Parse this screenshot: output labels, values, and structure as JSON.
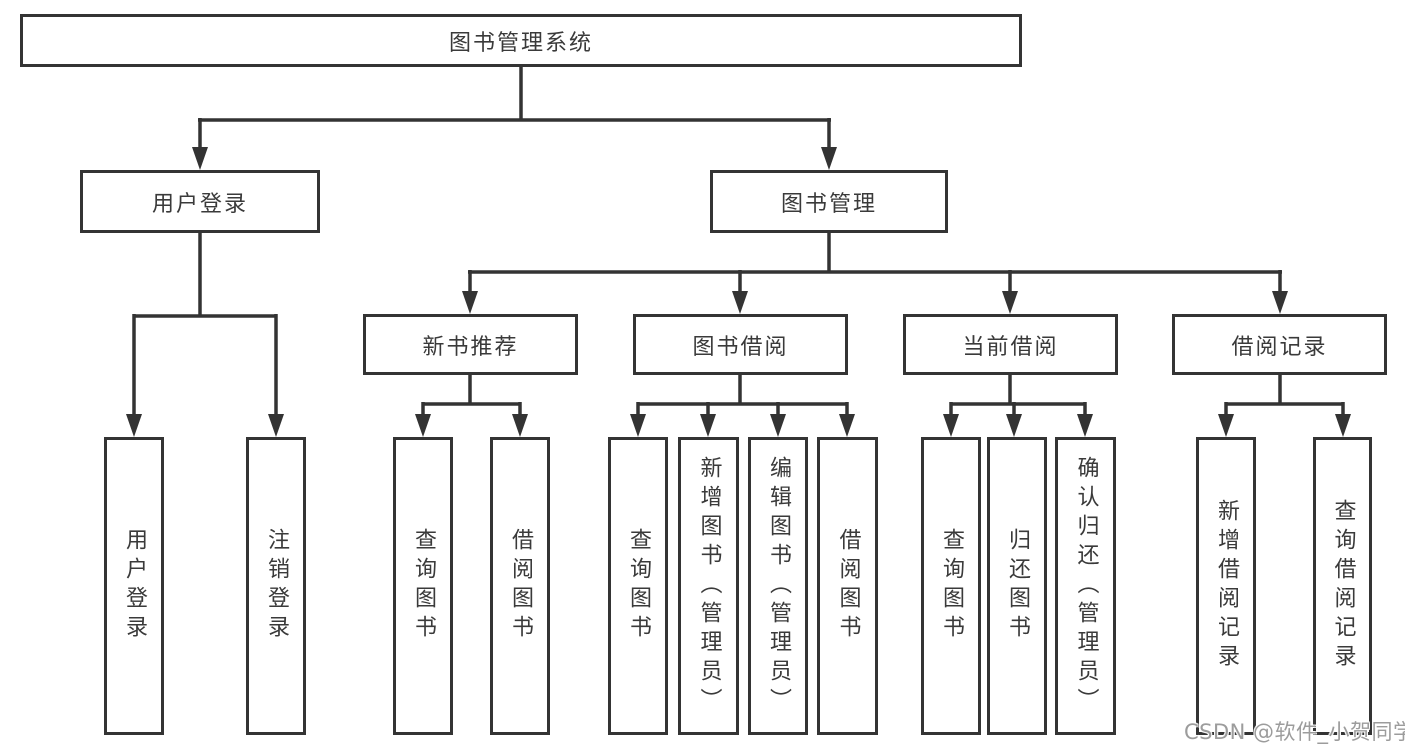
{
  "diagram": {
    "root": {
      "label": "图书管理系统"
    },
    "level2": [
      {
        "label": "用户登录"
      },
      {
        "label": "图书管理"
      }
    ],
    "level3": [
      {
        "label": "新书推荐"
      },
      {
        "label": "图书借阅"
      },
      {
        "label": "当前借阅"
      },
      {
        "label": "借阅记录"
      }
    ],
    "leaves": {
      "user_login": [
        {
          "label": "用户登录"
        },
        {
          "label": "注销登录"
        }
      ],
      "new_books": [
        {
          "label": "查询图书"
        },
        {
          "label": "借阅图书"
        }
      ],
      "book_borrow": [
        {
          "label": "查询图书"
        },
        {
          "label": "新增图书（管理员）"
        },
        {
          "label": "编辑图书（管理员）"
        },
        {
          "label": "借阅图书"
        }
      ],
      "current_borrow": [
        {
          "label": "查询图书"
        },
        {
          "label": "归还图书"
        },
        {
          "label": "确认归还（管理员）"
        }
      ],
      "borrow_records": [
        {
          "label": "新增借阅记录"
        },
        {
          "label": "查询借阅记录"
        }
      ]
    },
    "colors": {
      "line": "#333333",
      "box_border": "#343434",
      "text": "#3a3a3a",
      "background": "#ffffff",
      "watermark_text": "#9c9c9c"
    },
    "watermark": "CSDN @软件_小贺同学"
  }
}
